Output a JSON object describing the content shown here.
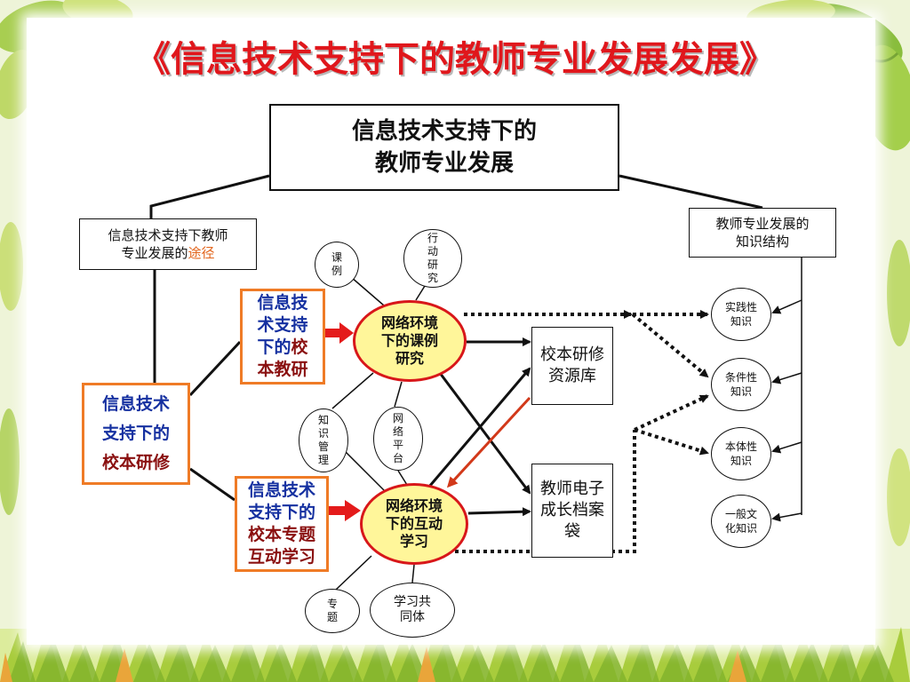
{
  "slide": {
    "title": "《信息技术支持下的教师专业发展发展》"
  },
  "diagram": {
    "center": {
      "line1": "信息技术支持下的",
      "line2": "教师专业发展"
    },
    "route_box": {
      "line1": "信息技术支持下教师",
      "line2_prefix": "专业发展的",
      "line2_highlight": "途径"
    },
    "knowledge_box": {
      "line1": "教师专业发展的",
      "line2": "知识结构"
    },
    "school_training": {
      "line1": "信息技术",
      "line2": "支持下的",
      "line3": "校本研修"
    },
    "case_research_box": {
      "line1": "信息技",
      "line2": "术支持",
      "line3_blue": "下的",
      "line3_red": "校",
      "line4": "本教研"
    },
    "topic_learning_box": {
      "line1": "信息技术",
      "line2": "支持下的",
      "line3": "校本专题",
      "line4": "互动学习"
    },
    "hub_case": {
      "line1": "网络环境",
      "line2": "下的课例",
      "line3": "研究"
    },
    "hub_interactive": {
      "line1": "网络环境",
      "line2": "下的互动",
      "line3": "学习"
    },
    "satellites": {
      "keli": "课例",
      "xingdong": "行动研究",
      "zhishi": "知识管理",
      "wangluo": "网络平台",
      "zhuanti": "专题",
      "xuexi": "学习共同体"
    },
    "resource_library": "校本研修资源库",
    "growth_portfolio": "教师电子成长档案袋",
    "knowledge_types": [
      {
        "line1": "实践性",
        "line2": "知识"
      },
      {
        "line1": "条件性",
        "line2": "知识"
      },
      {
        "line1": "本体性",
        "line2": "知识"
      },
      {
        "line1": "一般文",
        "line2": "化知识"
      }
    ]
  },
  "colors": {
    "title": "#e0171c",
    "orange_border": "#ef7b26",
    "hub_fill": "#fff69a",
    "hub_border": "#d8171a",
    "blue_text": "#1530a0",
    "dark_red_text": "#8a1010"
  }
}
